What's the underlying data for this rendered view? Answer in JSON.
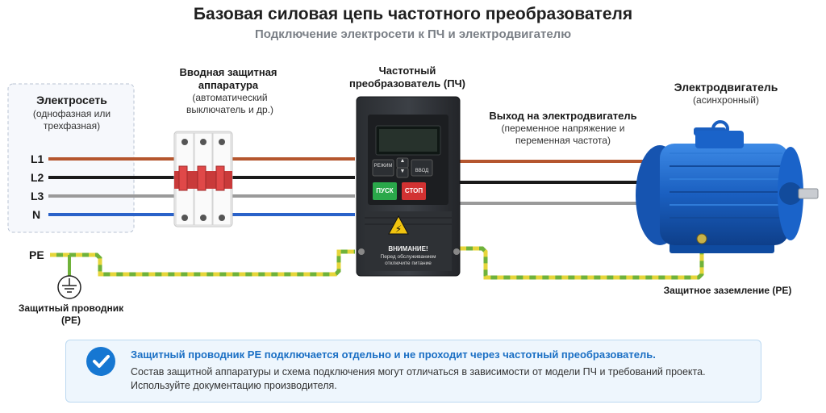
{
  "title": "Базовая силовая цепь частотного преобразователя",
  "subtitle": "Подключение электросети к ПЧ и электродвигателю",
  "grid": {
    "label_title": "Электросеть",
    "label_sub": "(однофазная или трехфазная)",
    "lines": [
      "L1",
      "L2",
      "L3",
      "N"
    ],
    "pe_label": "PE"
  },
  "protection": {
    "title": "Вводная защитная аппаратура",
    "sub": "(автоматический выключатель и др.)"
  },
  "vfd": {
    "title": "Частотный преобразователь (ПЧ)",
    "btn_mode": "РЕЖИМ",
    "btn_up": "▲",
    "btn_down": "▼",
    "btn_enter": "ВВОД",
    "btn_start": "ПУСК",
    "btn_stop": "СТОП",
    "warning_title": "ВНИМАНИЕ!",
    "warning_text": "Перед обслуживанием отключите питание"
  },
  "output": {
    "title": "Выход на электродвигатель",
    "sub": "(переменное напряжение и переменная частота)"
  },
  "motor": {
    "title": "Электродвигатель",
    "sub": "(асинхронный)"
  },
  "pe_conductor": {
    "label": "Защитный проводник (PE)"
  },
  "motor_ground": {
    "label": "Защитное заземление (PE)"
  },
  "note": {
    "headline": "Защитный проводник PE подключается отдельно и не проходит через частотный преобразователь.",
    "body_line1": "Состав защитной аппаратуры и схема подключения могут отличаться в зависимости от модели ПЧ и требований проекта.",
    "body_line2": "Используйте документацию производителя."
  },
  "colors": {
    "L1": "#b5562e",
    "L2": "#1a1a1a",
    "L3": "#9a9a9a",
    "N": "#2a62c9",
    "PE_green": "#6fb23a",
    "PE_yellow": "#e6d53a",
    "motor_blue": "#1a63c9",
    "accent": "#1677d2"
  }
}
